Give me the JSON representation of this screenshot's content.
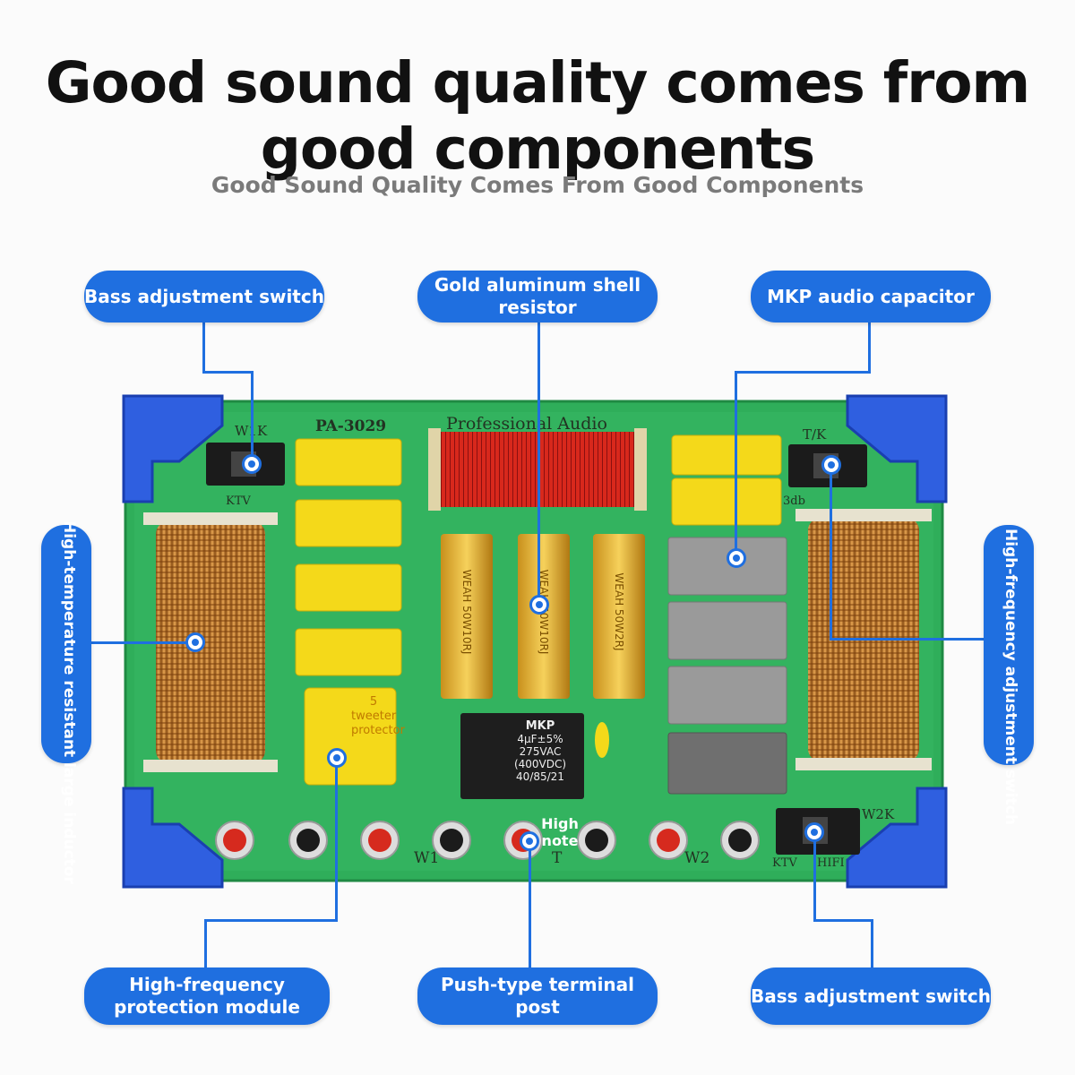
{
  "header": {
    "title_line1": "Good sound quality comes from",
    "title_line2": "good components",
    "subtitle": "Good Sound Quality Comes From Good Components"
  },
  "callouts": {
    "bass_switch_top": "Bass adjustment switch",
    "gold_resistor": "Gold aluminum shell resistor",
    "mkp_capacitor": "MKP audio capacitor",
    "inductor": "High-temperature resistant large inductor",
    "hf_switch": "High-frequency adjustment switch",
    "hf_protection": "High-frequency protection module",
    "terminal_post": "Push-type terminal post",
    "bass_switch_bottom": "Bass adjustment switch"
  },
  "board": {
    "model": "PA-3029",
    "brand_text": "Professional Audio",
    "labels": {
      "w1k": "W1K",
      "ktv_left": "KTV",
      "tk": "T/K",
      "db": "3db",
      "w2k": "W2K",
      "ktv_right": "KTV",
      "hifi": "HIFI",
      "w1": "W1",
      "t": "T",
      "w2": "W2",
      "high_note": "High note"
    },
    "resistors": [
      "WEAH 50W10RJ",
      "WEAH 50W10RJ",
      "WEAH 50W2RJ"
    ],
    "mkp_cap": {
      "line1": "MKP",
      "line2": "4μF±5%",
      "line3": "275VAC",
      "line4": "(400VDC)",
      "line5": "40/85/21"
    },
    "protector": {
      "line1": "5 tweeter",
      "line2": "protector"
    }
  },
  "colors": {
    "accent": "#1f6fe0",
    "pcb": "#2fae5a",
    "capacitor": "#f4d91a",
    "copper": "#c8822e"
  }
}
